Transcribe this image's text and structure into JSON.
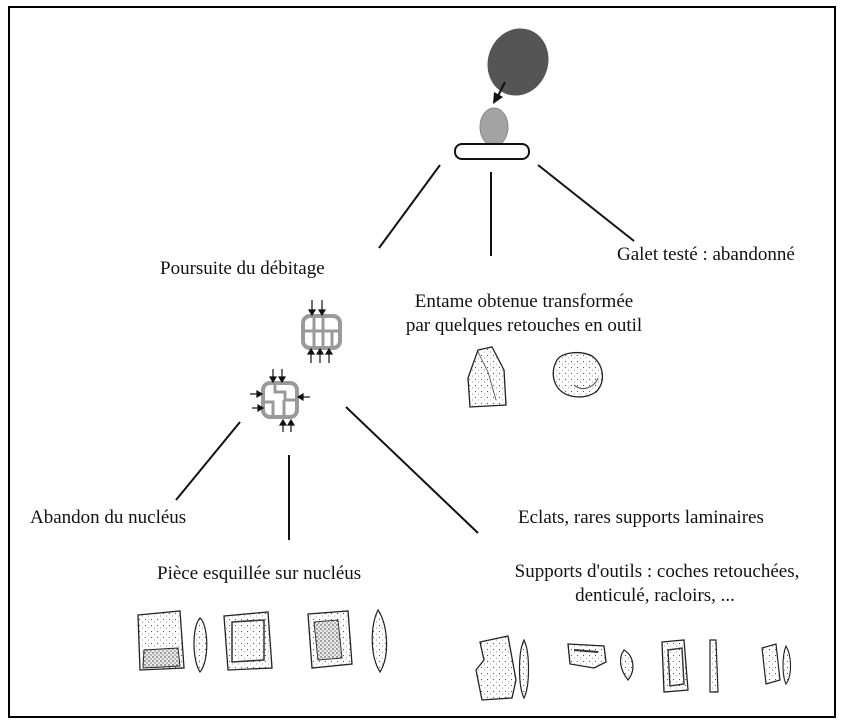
{
  "labels": {
    "poursuite": "Poursuite du débitage",
    "entame_line1": "Entame obtenue transformée",
    "entame_line2": "par quelques retouches en outil",
    "galet": "Galet testé : abandonné",
    "abandon": "Abandon du nucléus",
    "eclats": "Eclats, rares  supports laminaires",
    "piece": "Pièce esquillée sur nucléus",
    "supports_line1": "Supports d'outils :  coches retouchées,",
    "supports_line2": "denticulé, racloirs, ..."
  },
  "colors": {
    "pebble_dark": "#555555",
    "pebble_light": "#a3a3a3",
    "core_grey": "#9a9a9a",
    "line": "#111111"
  }
}
